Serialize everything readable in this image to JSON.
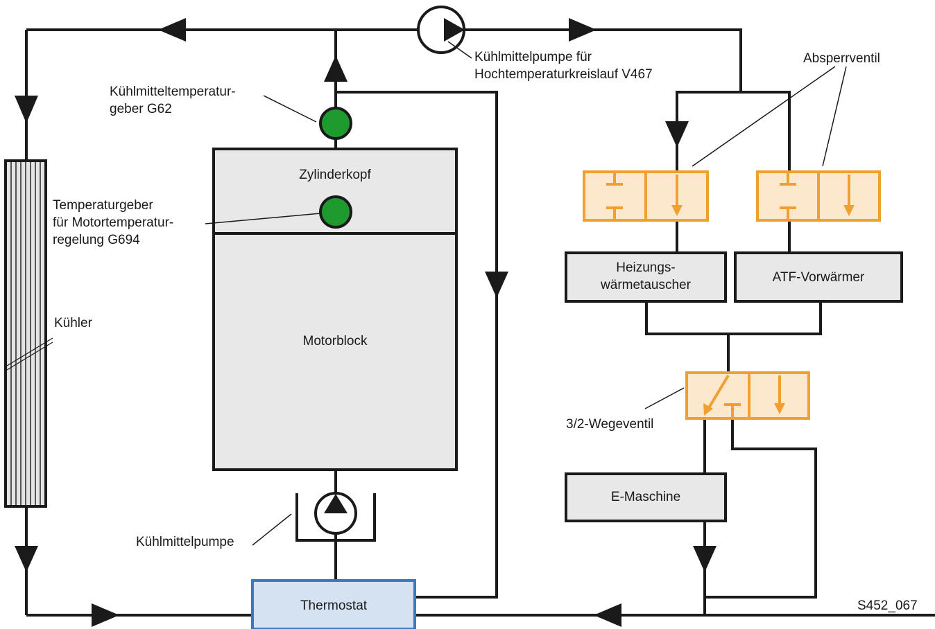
{
  "labels": {
    "pump_top_line1": "Kühlmittelpumpe für",
    "pump_top_line2": "Hochtemperaturkreislauf V467",
    "absperrventil": "Absperrventil",
    "g62_line1": "Kühlmitteltemperatur-",
    "g62_line2": "geber G62",
    "g694_line1": "Temperaturgeber",
    "g694_line2": "für Motortemperatur-",
    "g694_line3": "regelung G694",
    "kuehler": "Kühler",
    "zylinderkopf": "Zylinderkopf",
    "motorblock": "Motorblock",
    "heizung_line1": "Heizungs-",
    "heizung_line2": "wärmetauscher",
    "atf": "ATF-Vorwärmer",
    "wegeventil": "3/2-Wegeventil",
    "emaschine": "E-Maschine",
    "kuehlmittelpumpe": "Kühlmittelpumpe",
    "thermostat": "Thermostat",
    "figure_id": "S452_067"
  },
  "colors": {
    "line": "#1a1a1a",
    "sensor_green": "#1f9a2e",
    "valve_orange": "#f0a030",
    "valve_fill": "#fce8cc",
    "block_fill": "#e8e8e8",
    "thermostat_fill": "#d4e2f2",
    "thermostat_border": "#3a78c0"
  }
}
